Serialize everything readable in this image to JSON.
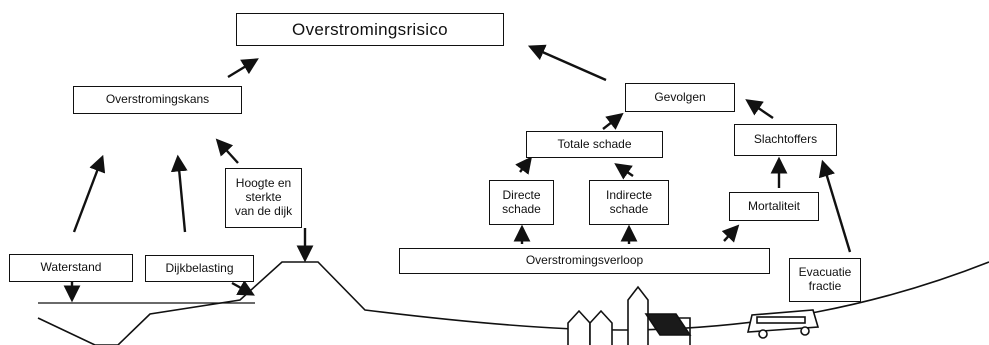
{
  "nodes": {
    "overstromingsrisico": "Overstromingsrisico",
    "overstromingskans": "Overstromingskans",
    "gevolgen": "Gevolgen",
    "totale_schade": "Totale schade",
    "slachtoffers": "Slachtoffers",
    "hoogte_sterkte": "Hoogte en\nsterkte\nvan de dijk",
    "directe_schade": "Directe\nschade",
    "indirecte_schade": "Indirecte\nschade",
    "mortaliteit": "Mortaliteit",
    "waterstand": "Waterstand",
    "dijkbelasting": "Dijkbelasting",
    "overstromingsverloop": "Overstromingsverloop",
    "evacuatiefractie": "Evacuatie\nfractie"
  },
  "colors": {
    "line": "#111111",
    "roof": "#1a1a1a",
    "background": "#ffffff"
  },
  "icons": [
    "houses-icon",
    "church-icon",
    "bus-icon"
  ]
}
